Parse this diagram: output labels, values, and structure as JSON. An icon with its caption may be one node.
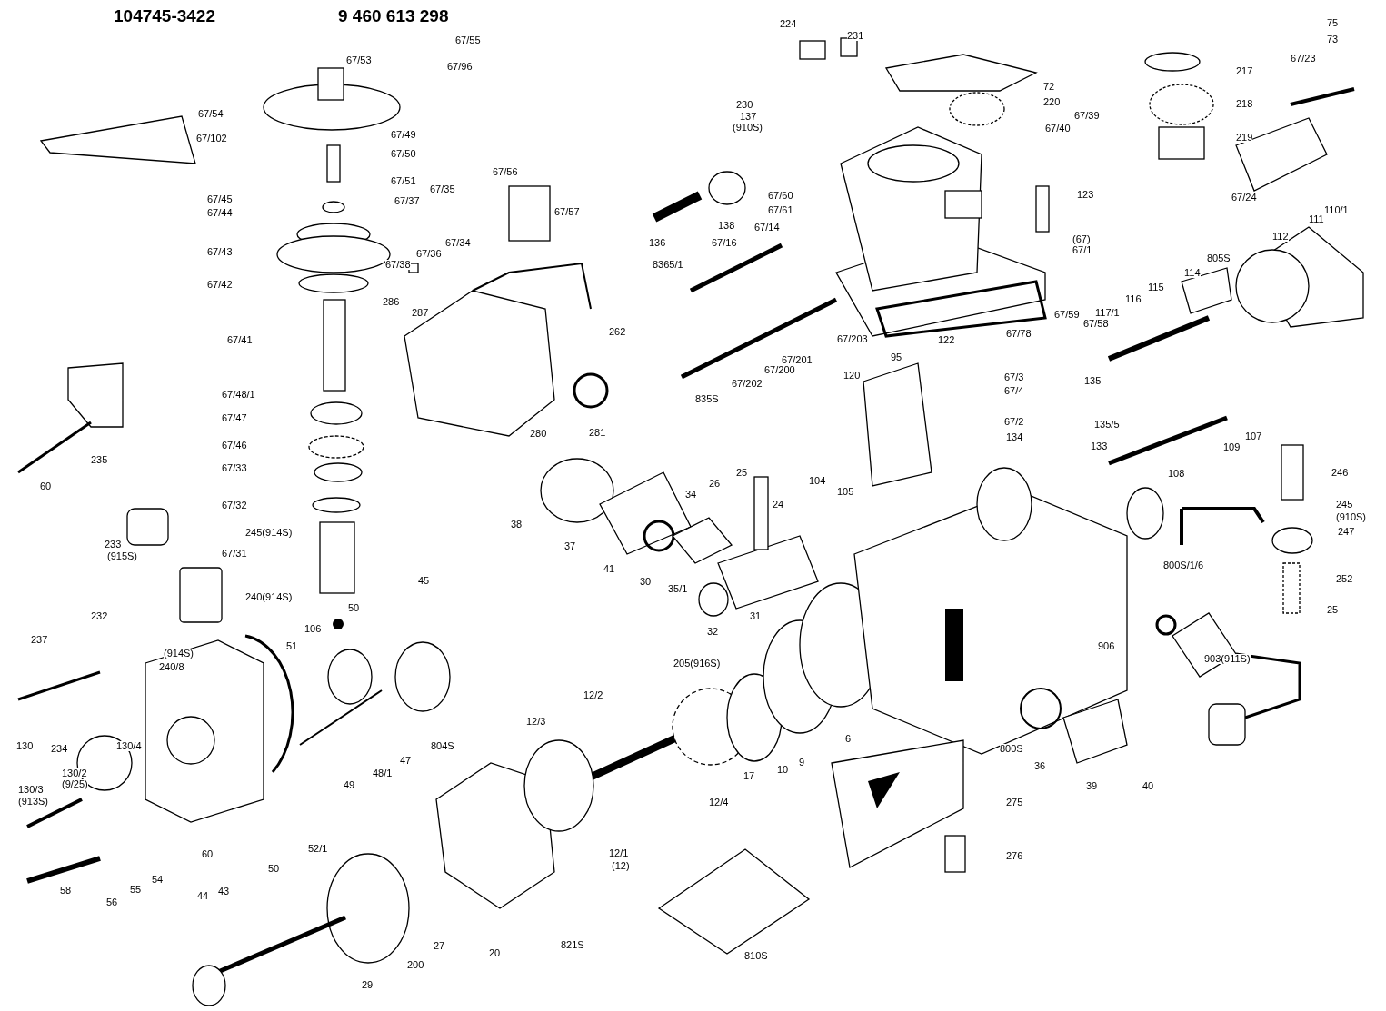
{
  "diagram": {
    "labels": [
      "104745-3422",
      "9 460 613 298",
      "224",
      "75",
      "67/55",
      "231",
      "73",
      "67/53",
      "67/96",
      "217",
      "67/23",
      "72",
      "230",
      "220",
      "218",
      "137",
      "(910S)",
      "67/54",
      "67/102",
      "67/49",
      "219",
      "67/40",
      "67/39",
      "67/50",
      "67/51",
      "67/45",
      "67/44",
      "67/56",
      "67/35",
      "67/37",
      "67/57",
      "67/60",
      "67/61",
      "138",
      "67/14",
      "136",
      "67/16",
      "123",
      "67/24",
      "111",
      "110/1",
      "112",
      "67/43",
      "67/34",
      "67/36",
      "67/38",
      "(67)",
      "67/1",
      "805S",
      "114",
      "115",
      "116",
      "117/1",
      "8365/1",
      "67/42",
      "286",
      "287",
      "262",
      "67/59",
      "67/58",
      "67/78",
      "67/203",
      "122",
      "67/201",
      "67/200",
      "67/202",
      "67/41",
      "95",
      "120",
      "67/3",
      "135",
      "67/4",
      "835S",
      "280",
      "281",
      "67/48/1",
      "67/2",
      "135/5",
      "134",
      "133",
      "109",
      "107",
      "108",
      "246",
      "67/47",
      "67/46",
      "60",
      "235",
      "67/33",
      "38",
      "26",
      "25",
      "34",
      "24",
      "104",
      "105",
      "245",
      "(910S)",
      "247",
      "67/32",
      "233",
      "(915S)",
      "245(914S)",
      "67/31",
      "37",
      "41",
      "30",
      "35/1",
      "800S/1/6",
      "252",
      "240(914S)",
      "45",
      "25",
      "32",
      "31",
      "237",
      "232",
      "50",
      "51",
      "106",
      "(914S)",
      "240/8",
      "906",
      "903(911S)",
      "205(916S)",
      "12/2",
      "12/3",
      "130",
      "130/4",
      "130/2",
      "(9/25)",
      "130/3",
      "(913S)",
      "234",
      "804S",
      "47",
      "48/1",
      "49",
      "6",
      "800S",
      "36",
      "39",
      "40",
      "17",
      "10",
      "9",
      "12/4",
      "275",
      "60",
      "58",
      "56",
      "55",
      "54",
      "52/1",
      "50",
      "12/1",
      "(12)",
      "276",
      "44",
      "43",
      "200",
      "27",
      "20",
      "29",
      "821S",
      "810S"
    ]
  }
}
